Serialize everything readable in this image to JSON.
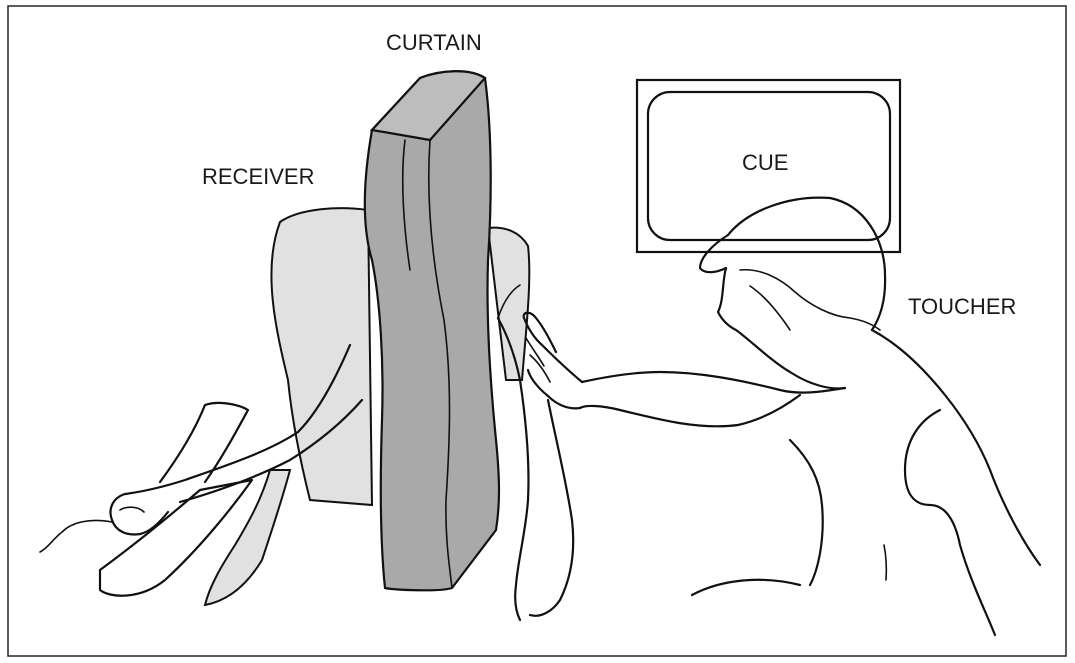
{
  "labels": {
    "curtain": "CURTAIN",
    "receiver": "RECEIVER",
    "cue": "CUE",
    "toucher": "TOUCHER"
  },
  "colors": {
    "curtain_fill": "#a9a9a9",
    "curtain_top_fill": "#bdbdbd",
    "chair_fill": "#e1e1e1",
    "line": "#111111",
    "frame": "#333333"
  }
}
